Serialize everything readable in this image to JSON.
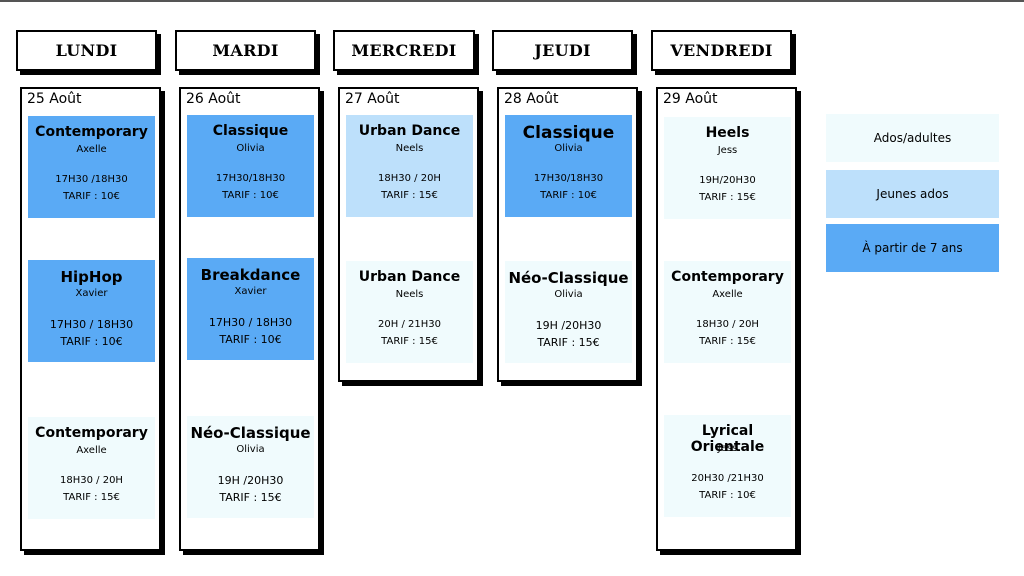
{
  "days": [
    {
      "name": "LUNDI",
      "date": "25 Août",
      "classes": [
        {
          "title": "Contemporary",
          "teacher": "Axelle",
          "time": "17H30 /18H30",
          "price": "TARIF : 10€"
        },
        {
          "title": "HipHop",
          "teacher": "Xavier",
          "time": "17H30 / 18H30",
          "price": "TARIF : 10€"
        },
        {
          "title": "Contemporary",
          "teacher": "Axelle",
          "time": "18H30 / 20H",
          "price": "TARIF : 15€"
        }
      ]
    },
    {
      "name": "MARDI",
      "date": "26 Août",
      "classes": [
        {
          "title": "Classique",
          "teacher": "Olivia",
          "time": "17H30/18H30",
          "price": "TARIF : 10€"
        },
        {
          "title": "Breakdance",
          "teacher": "Xavier",
          "time": "17H30 / 18H30",
          "price": "TARIF : 10€"
        },
        {
          "title": "Néo-Classique",
          "teacher": "Olivia",
          "time": "19H /20H30",
          "price": "TARIF : 15€"
        }
      ]
    },
    {
      "name": "MERCREDI",
      "date": "27 Août",
      "classes": [
        {
          "title": "Urban Dance",
          "teacher": "Neels",
          "time": "18H30 / 20H",
          "price": "TARIF : 15€"
        },
        {
          "title": "Urban Dance",
          "teacher": "Neels",
          "time": "20H / 21H30",
          "price": "TARIF : 15€"
        }
      ]
    },
    {
      "name": "JEUDI",
      "date": "28 Août",
      "classes": [
        {
          "title": "Classique",
          "teacher": "Olivia",
          "time": "17H30/18H30",
          "price": "TARIF : 10€"
        },
        {
          "title": "Néo-Classique",
          "teacher": "Olivia",
          "time": "19H /20H30",
          "price": "TARIF : 15€"
        }
      ]
    },
    {
      "name": "VENDREDI",
      "date": "29 Août",
      "classes": [
        {
          "title": "Heels",
          "teacher": "Jess",
          "time": "19H/20H30",
          "price": "TARIF : 15€"
        },
        {
          "title": "Contemporary",
          "teacher": "Axelle",
          "time": "18H30 / 20H",
          "price": "TARIF : 15€"
        },
        {
          "title": "Lyrical Orientale",
          "teacher": "Jess",
          "time": "20H30 /21H30",
          "price": "TARIF : 10€"
        }
      ]
    }
  ],
  "legend": [
    {
      "label": "Ados/adultes"
    },
    {
      "label": "Jeunes ados"
    },
    {
      "label": "À partir de 7 ans"
    }
  ],
  "colors": {
    "ados_adultes": "#f0fbfd",
    "jeunes_ados": "#bde0fb",
    "a_partir_de_7_ans": "#5aaaf5"
  }
}
